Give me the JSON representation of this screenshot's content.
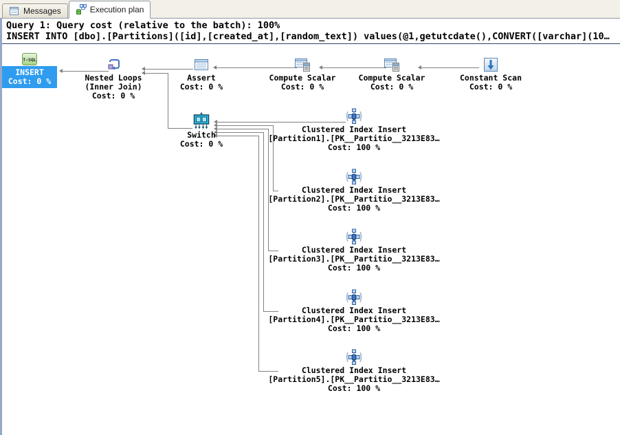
{
  "tabs": {
    "messages": "Messages",
    "execution_plan": "Execution plan"
  },
  "query_header": {
    "cost_line": "Query 1: Query cost (relative to the batch): 100%",
    "statement_line": "INSERT INTO [dbo].[Partitions]([id],[created_at],[random_text]) values(@1,getutcdate(),CONVERT([varchar](10…"
  },
  "icons": {
    "t_sql_label": "T-SQL"
  },
  "plan": {
    "insert": {
      "name": "INSERT",
      "cost": "Cost: 0 %"
    },
    "nested_loops": {
      "name": "Nested Loops",
      "sub": "(Inner Join)",
      "cost": "Cost: 0 %"
    },
    "assert": {
      "name": "Assert",
      "cost": "Cost: 0 %"
    },
    "compute_scalar_1": {
      "name": "Compute Scalar",
      "cost": "Cost: 0 %"
    },
    "compute_scalar_2": {
      "name": "Compute Scalar",
      "cost": "Cost: 0 %"
    },
    "constant_scan": {
      "name": "Constant Scan",
      "cost": "Cost: 0 %"
    },
    "switch": {
      "name": "Switch",
      "cost": "Cost: 0 %"
    },
    "clustered_index_inserts": [
      {
        "name": "Clustered Index Insert",
        "object": "[Partition1].[PK__Partitio__3213E83…",
        "cost": "Cost: 100 %"
      },
      {
        "name": "Clustered Index Insert",
        "object": "[Partition2].[PK__Partitio__3213E83…",
        "cost": "Cost: 100 %"
      },
      {
        "name": "Clustered Index Insert",
        "object": "[Partition3].[PK__Partitio__3213E83…",
        "cost": "Cost: 100 %"
      },
      {
        "name": "Clustered Index Insert",
        "object": "[Partition4].[PK__Partitio__3213E83…",
        "cost": "Cost: 100 %"
      },
      {
        "name": "Clustered Index Insert",
        "object": "[Partition5].[PK__Partitio__3213E83…",
        "cost": "Cost: 100 %"
      }
    ]
  },
  "colors": {
    "selection_blue": "#2F9CEF",
    "connector_gray": "#808080",
    "switch_cyan": "#33C1EE",
    "icon_blue": "#4472C4",
    "tsql_green": "#A4D483"
  }
}
